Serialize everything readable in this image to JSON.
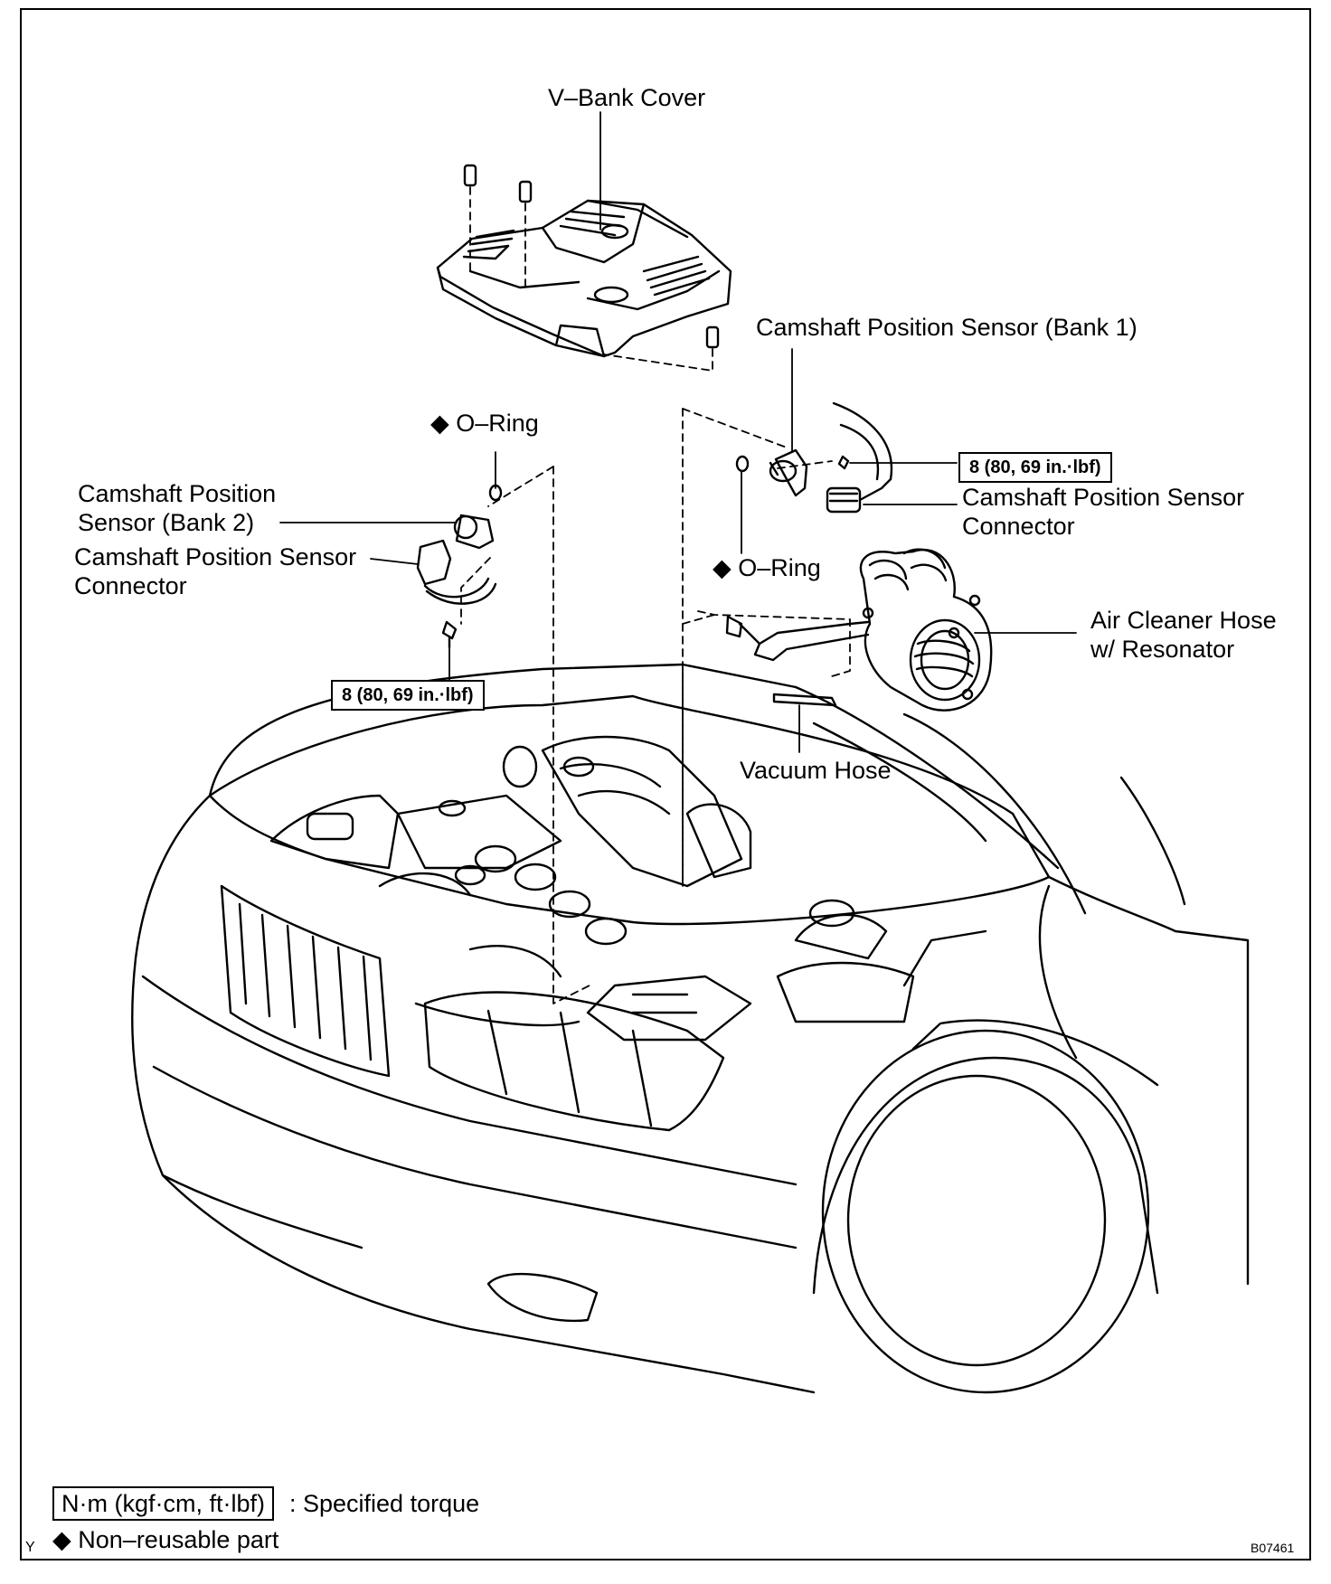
{
  "labels": {
    "vbank_cover": "V–Bank Cover",
    "cam_sensor_bank1": "Camshaft Position Sensor (Bank 1)",
    "oring_left": "◆ O–Ring",
    "oring_right": "◆ O–Ring",
    "cam_sensor_bank2_line1": "Camshaft Position",
    "cam_sensor_bank2_line2": "Sensor (Bank 2)",
    "connector_left_line1": "Camshaft Position Sensor",
    "connector_left_line2": "Connector",
    "connector_right_line1": "Camshaft Position Sensor",
    "connector_right_line2": "Connector",
    "air_cleaner_line1": "Air Cleaner Hose",
    "air_cleaner_line2": "w/ Resonator",
    "vacuum_hose": "Vacuum Hose"
  },
  "torque": {
    "right": "8 (80, 69 in.·lbf)",
    "left": "8 (80, 69 in.·lbf)"
  },
  "legend": {
    "torque_units": "N·m (kgf·cm, ft·lbf)",
    "torque_desc": ": Specified torque",
    "nonreusable": "◆ Non–reusable part"
  },
  "footer": {
    "corner_mark": "Y",
    "figure_id": "B07461"
  }
}
